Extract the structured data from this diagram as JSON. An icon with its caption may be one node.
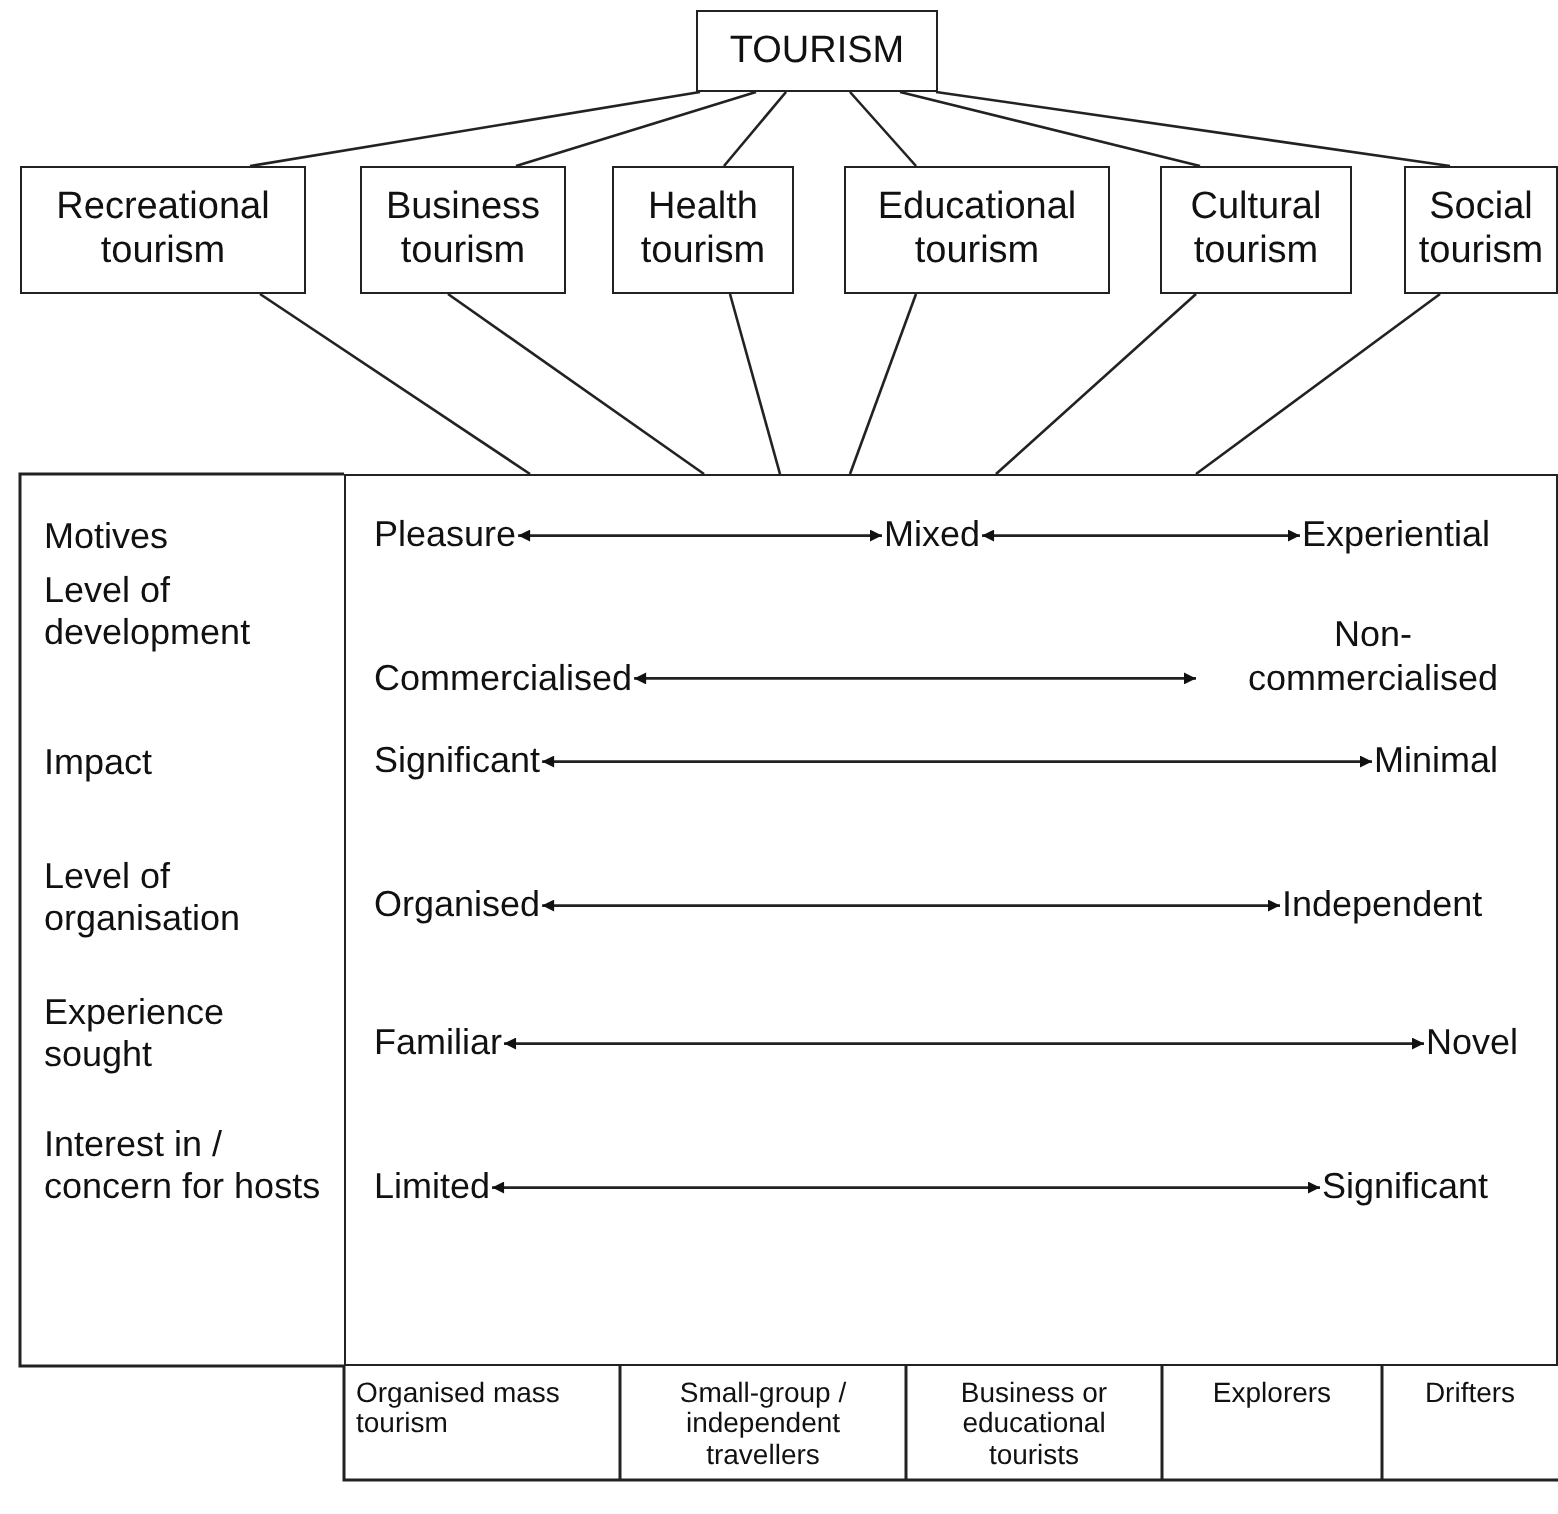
{
  "diagram": {
    "nodes": [
      {
        "text": [
          "TOURISM"
        ]
      },
      {
        "text": [
          "Recreational tourism"
        ]
      },
      {
        "text": [
          "Business tourism"
        ]
      },
      {
        "text": [
          "Health tourism"
        ]
      },
      {
        "text": [
          "Educational tourism"
        ]
      },
      {
        "text": [
          "Cultural tourism"
        ]
      },
      {
        "text": [
          "Social tourism"
        ]
      },
      {
        "text": [],
        "shape": "box"
      },
      {
        "text": [
          "Pleasure"
        ],
        "in": 7
      },
      {
        "text": [
          "Mixed"
        ],
        "in": 7
      },
      {
        "text": [
          "Experiential"
        ],
        "in": 7
      },
      {
        "text": [
          "Commercialised"
        ],
        "in": 7
      },
      {
        "text": [
          "Non-commercialised"
        ],
        "in": 7
      },
      {
        "text": [
          "Significant"
        ],
        "in": 7
      },
      {
        "text": [
          "Minimal"
        ],
        "in": 7
      },
      {
        "text": [
          "Organised"
        ],
        "in": 7
      },
      {
        "text": [
          "Independent"
        ],
        "in": 7
      },
      {
        "text": [
          "Familiar"
        ],
        "in": 7
      },
      {
        "text": [
          "Novel"
        ],
        "in": 7
      },
      {
        "text": [
          "Limited"
        ],
        "in": 7
      },
      {
        "text": [
          "Significant"
        ],
        "in": 7
      }
    ],
    "edges": [
      {
        "from": 0,
        "to": 1,
        "arrow": "none"
      },
      {
        "from": 0,
        "to": 2,
        "arrow": "none"
      },
      {
        "from": 0,
        "to": 3,
        "arrow": "none"
      },
      {
        "from": 0,
        "to": 4,
        "arrow": "none"
      },
      {
        "from": 0,
        "to": 5,
        "arrow": "none"
      },
      {
        "from": 0,
        "to": 6,
        "arrow": "none"
      },
      {
        "from": 1,
        "to": 7,
        "arrow": "none"
      },
      {
        "from": 2,
        "to": 7,
        "arrow": "none"
      },
      {
        "from": 3,
        "to": 7,
        "arrow": "none"
      },
      {
        "from": 4,
        "to": 7,
        "arrow": "none"
      },
      {
        "from": 5,
        "to": 7,
        "arrow": "none"
      },
      {
        "from": 6,
        "to": 7,
        "arrow": "none"
      },
      {
        "from": 8,
        "to": 9,
        "arrow": "both"
      },
      {
        "from": 9,
        "to": 10,
        "arrow": "both"
      },
      {
        "from": 11,
        "to": 12,
        "arrow": "both"
      },
      {
        "from": 13,
        "to": 14,
        "arrow": "both"
      },
      {
        "from": 15,
        "to": 16,
        "arrow": "both"
      },
      {
        "from": 17,
        "to": 18,
        "arrow": "both"
      },
      {
        "from": 19,
        "to": 20,
        "arrow": "both"
      }
    ],
    "labels": [
      "Motives",
      "Level of development",
      "Impact",
      "Level of organisation",
      "Experience sought",
      "Interest in / concern for hosts",
      "Organised mass tourism",
      "Small-group / independent travellers",
      "Business or educational tourists",
      "Explorers",
      "Drifters"
    ]
  }
}
